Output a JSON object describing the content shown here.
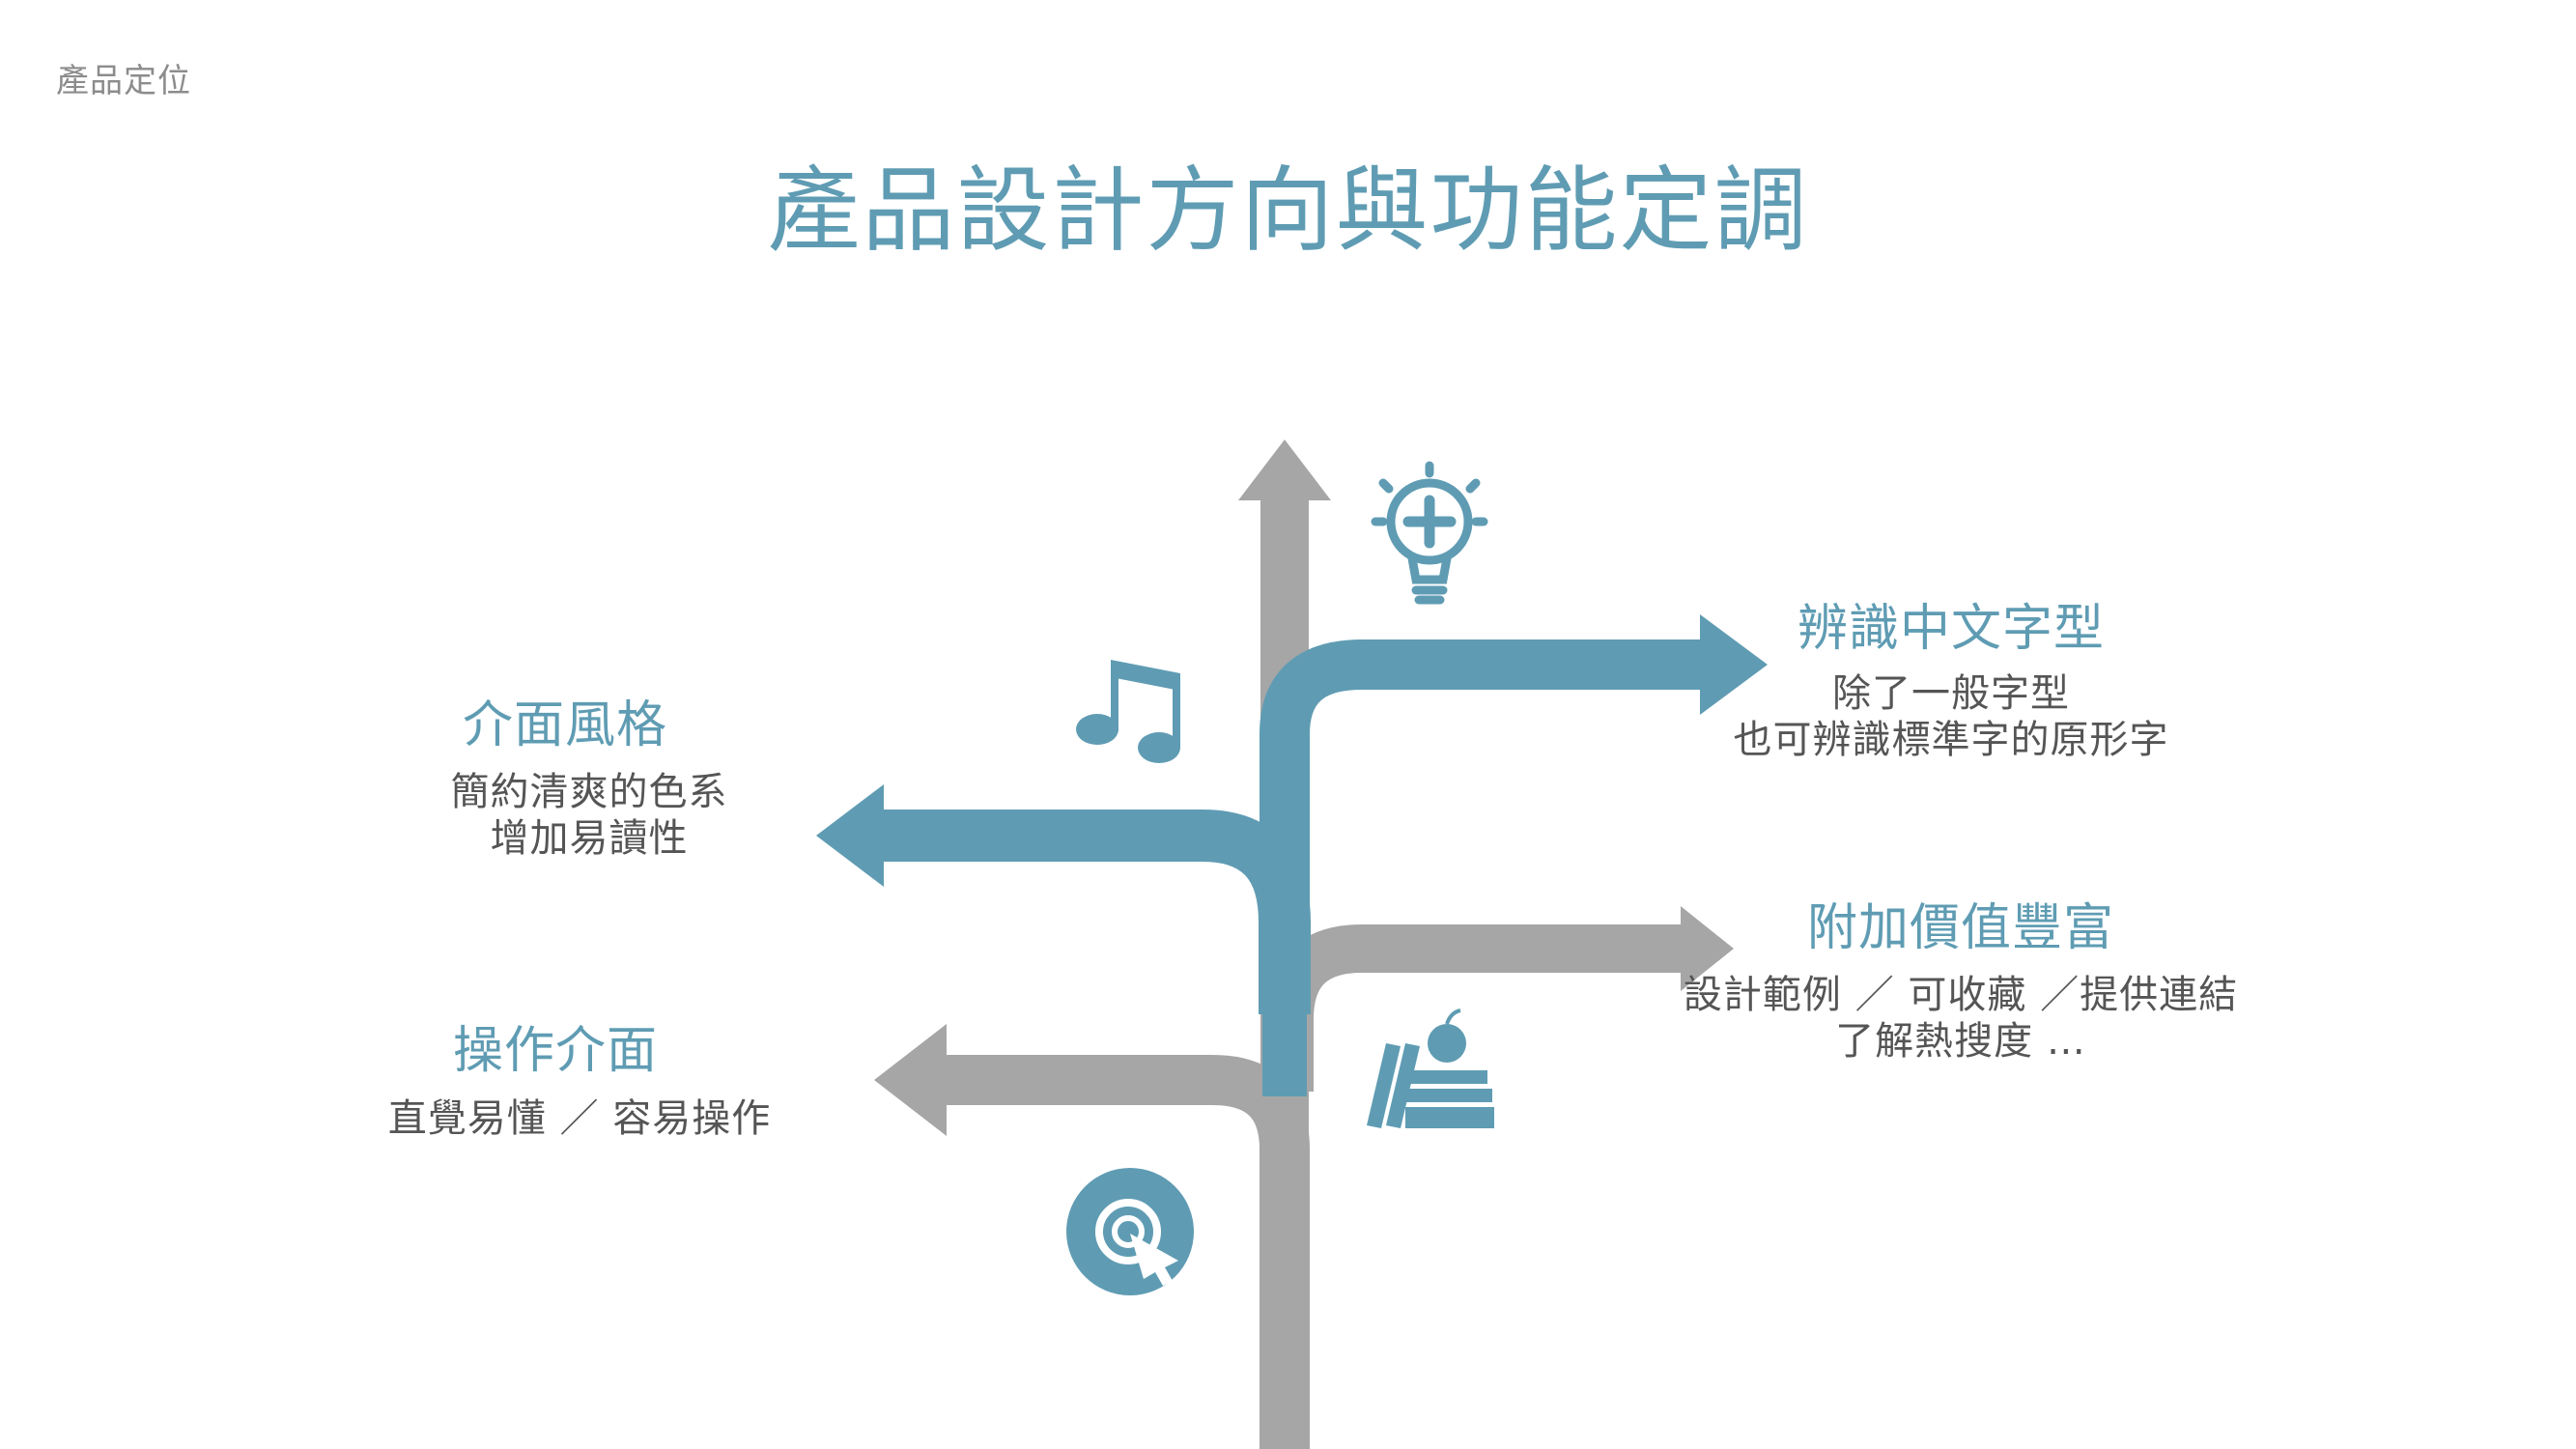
{
  "breadcrumb": "產品定位",
  "title": "產品設計方向與功能定調",
  "colors": {
    "accent": "#5f9cb3",
    "gray": "#a6a6a6",
    "text": "#555555"
  },
  "branches": [
    {
      "id": "typeface",
      "heading": "辨識中文字型",
      "lines": [
        "除了一般字型",
        "也可辨識標準字的原形字"
      ],
      "icon": "lightbulb-icon",
      "color": "accent"
    },
    {
      "id": "style",
      "heading": "介面風格",
      "lines": [
        "簡約清爽的色系",
        "增加易讀性"
      ],
      "icon": "music-note-icon",
      "color": "accent"
    },
    {
      "id": "value",
      "heading": "附加價值豐富",
      "lines": [
        "設計範例 ／ 可收藏 ／提供連結",
        "了解熱搜度 …"
      ],
      "icon": "books-apple-icon",
      "color": "gray"
    },
    {
      "id": "operation",
      "heading": "操作介面",
      "lines": [
        "直覺易懂 ／ 容易操作"
      ],
      "icon": "target-click-icon",
      "color": "gray"
    }
  ]
}
